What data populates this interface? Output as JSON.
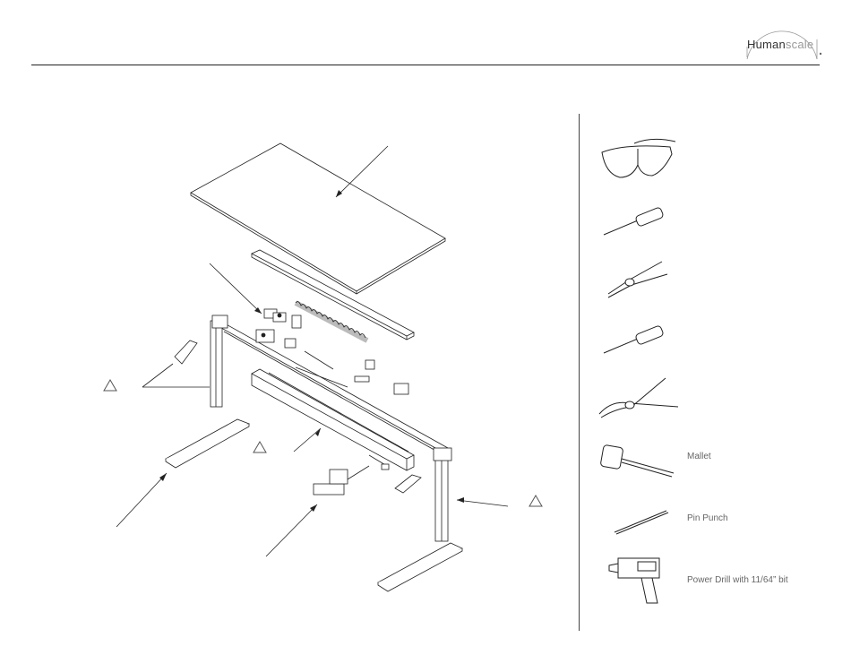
{
  "brand": {
    "strong": "Human",
    "light": "scale"
  },
  "tools": [
    {
      "id": "safety-glasses",
      "label": ""
    },
    {
      "id": "phillips-screwdriver",
      "label": ""
    },
    {
      "id": "pliers",
      "label": ""
    },
    {
      "id": "flathead-screwdriver",
      "label": ""
    },
    {
      "id": "snap-ring-pliers",
      "label": ""
    },
    {
      "id": "mallet",
      "label": "Mallet"
    },
    {
      "id": "pin-punch",
      "label": "Pin Punch"
    },
    {
      "id": "power-drill",
      "label": "Power Drill with 11/64” bit"
    }
  ],
  "icons": {
    "recycle": "recycle-triangle-icon",
    "logo": "humanscale-logo-icon"
  },
  "colors": {
    "line": "#222222",
    "rule": "#222222",
    "label": "#666666"
  }
}
